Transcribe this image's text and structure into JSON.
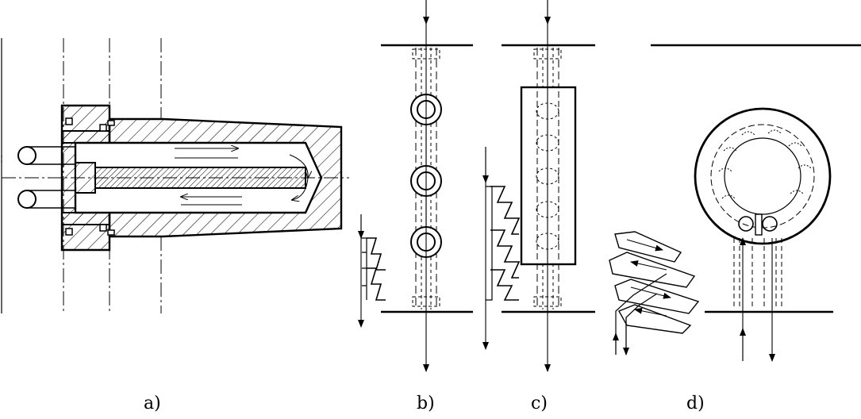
{
  "figure": {
    "panels": [
      {
        "id": "a",
        "label": "a)"
      },
      {
        "id": "b",
        "label": "b)"
      },
      {
        "id": "c",
        "label": "c)"
      },
      {
        "id": "d",
        "label": "d)"
      }
    ],
    "colors": {
      "ink": "#000000",
      "background": "#ffffff"
    }
  }
}
